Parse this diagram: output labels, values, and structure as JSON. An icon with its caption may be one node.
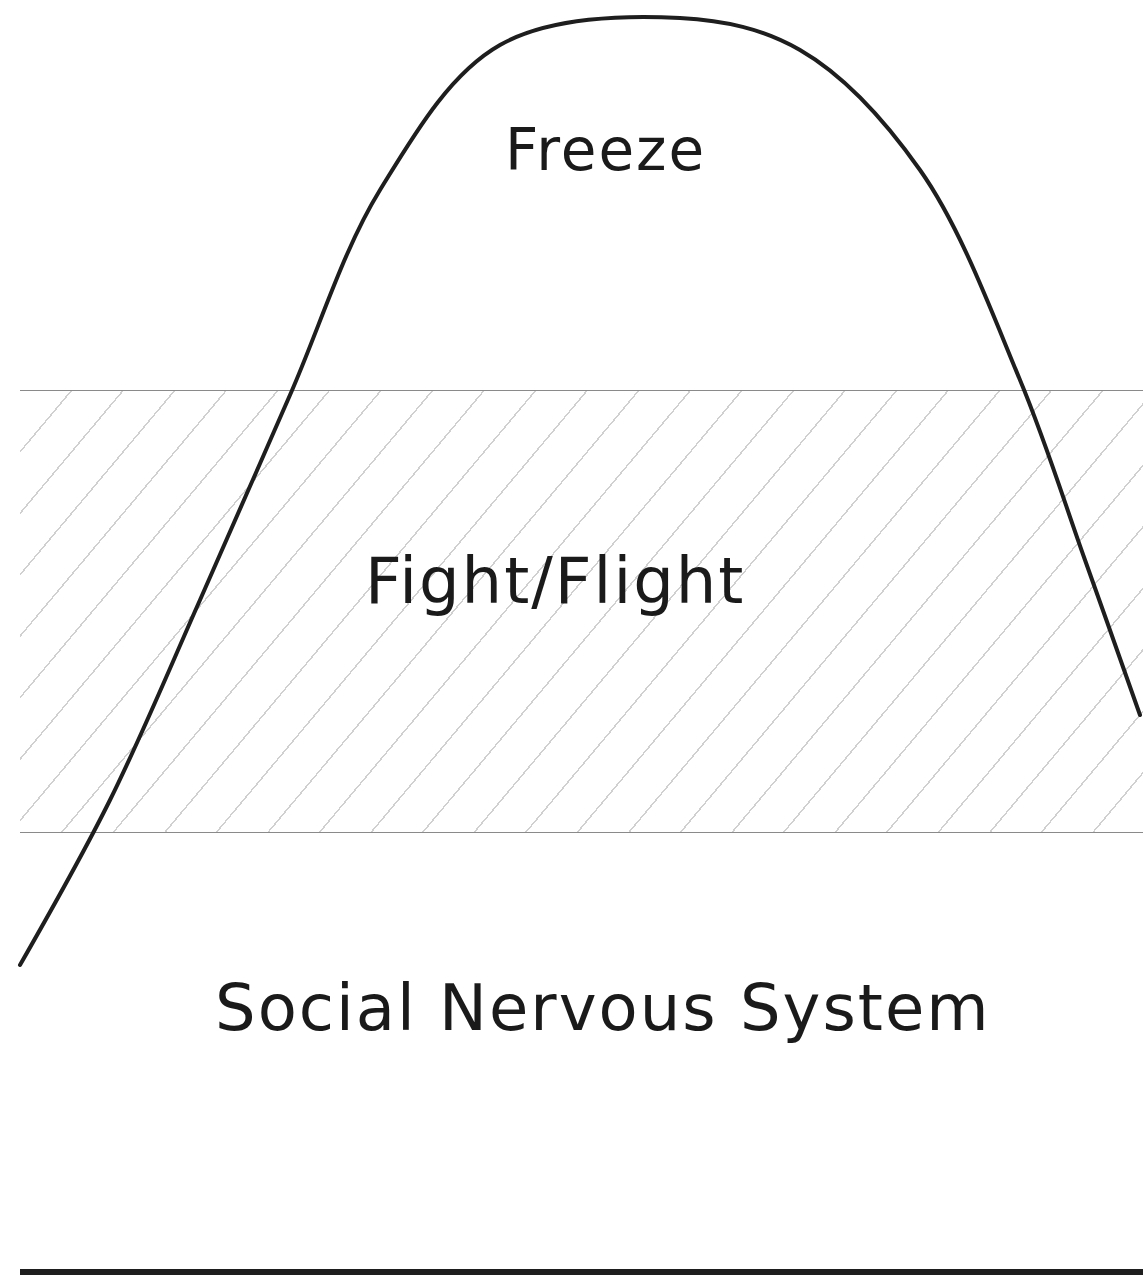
{
  "diagram": {
    "nodes": [
      {
        "text": [
          "Freeze"
        ]
      },
      {
        "text": [
          "Fight/Flight"
        ]
      },
      {
        "text": [
          "Social Nervous System"
        ]
      }
    ]
  }
}
